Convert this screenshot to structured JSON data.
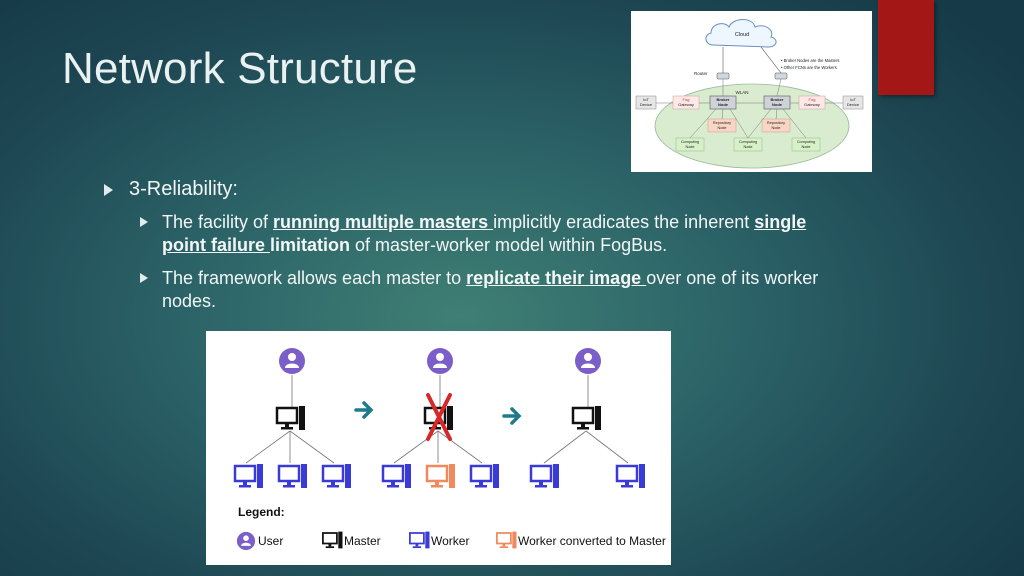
{
  "slide": {
    "title": "Network Structure",
    "accent_color": "#a31717"
  },
  "network_figure": {
    "cloud": "Cloud",
    "router": "Router",
    "wlan": "WLAN",
    "legend_1": "• Broker Nodes are the Masters",
    "legend_2": "• Other FCNs are the Workers",
    "iot_left_1": "IoT",
    "iot_left_2": "Device",
    "iot_right_1": "IoT",
    "iot_right_2": "Device",
    "fog_left_1": "Fog",
    "fog_left_2": "Gateway",
    "fog_right_1": "Fog",
    "fog_right_2": "Gateway",
    "broker_left_1": "Broker",
    "broker_left_2": "Node",
    "broker_right_1": "Broker",
    "broker_right_2": "Node",
    "repo_left_1": "Repository",
    "repo_left_2": "Node",
    "repo_right_1": "Repository",
    "repo_right_2": "Node",
    "comp_1a": "Computing",
    "comp_1b": "Node",
    "comp_2a": "Computing",
    "comp_2b": "Node",
    "comp_3a": "Computing",
    "comp_3b": "Node"
  },
  "bullets": {
    "level1": "3-Reliability:",
    "item1": {
      "pre": "The facility of ",
      "em1": "running multiple masters ",
      "mid": "implicitly eradicates the inherent ",
      "em2": "single point failure ",
      "em3": "limitation",
      "post": " of master-worker model within FogBus."
    },
    "item2": {
      "pre": "The framework allows each master to ",
      "em1": "replicate their image ",
      "post": "over one of its worker nodes."
    }
  },
  "reliability_figure": {
    "legend_title": "Legend:",
    "legend_user": "User",
    "legend_master": "Master",
    "legend_worker": "Worker",
    "legend_converted": "Worker converted to Master",
    "colors": {
      "user": "#7b5ec7",
      "worker": "#3a3ad8",
      "converted": "#f08a5d",
      "arrow": "#1f7a8c",
      "cross": "#d62828"
    }
  }
}
